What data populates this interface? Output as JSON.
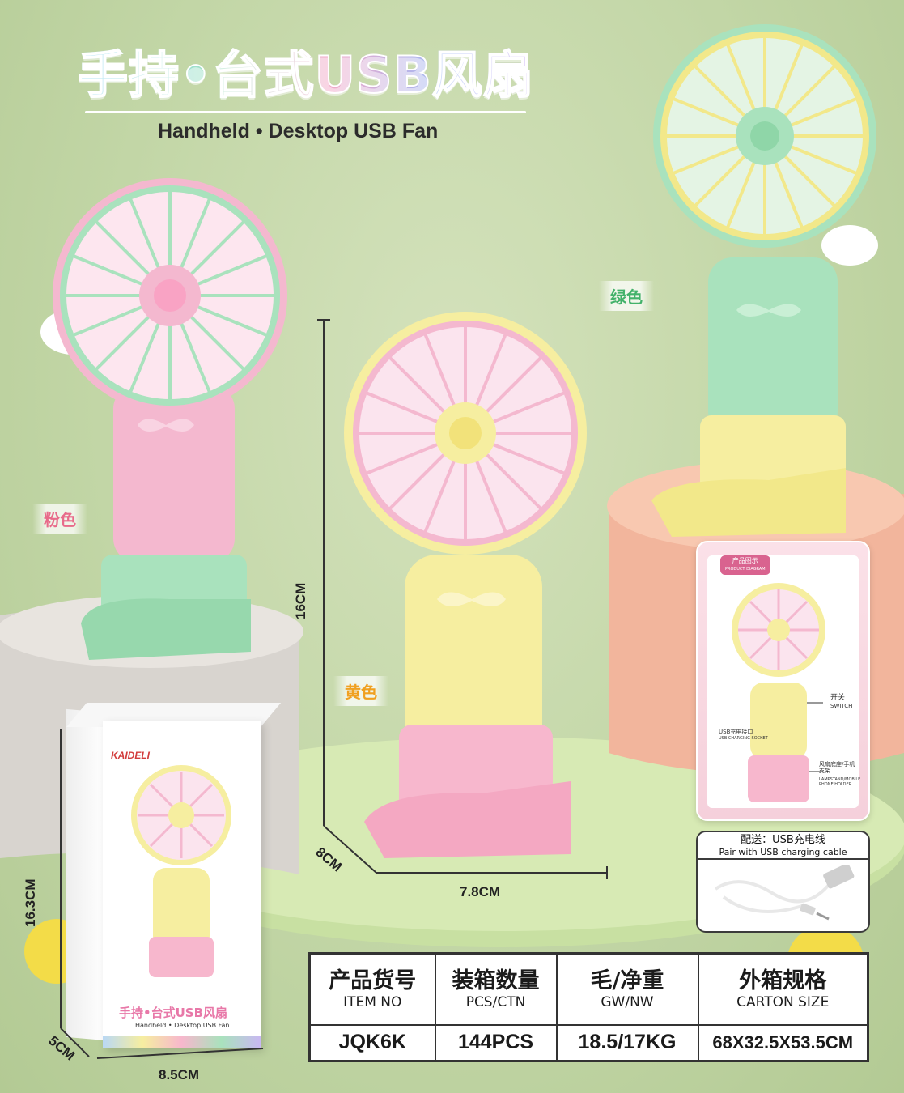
{
  "header": {
    "title_cn": "手持•台式USB风扇",
    "title_en": "Handheld • Desktop USB Fan"
  },
  "colors": {
    "pink": {
      "label": "粉色",
      "hex": "#f4b8cf"
    },
    "yellow": {
      "label": "黄色",
      "hex": "#f6eea0"
    },
    "green": {
      "label": "绿色",
      "hex": "#a9e2bd"
    }
  },
  "dimensions": {
    "height": "16CM",
    "depth": "8CM",
    "width": "7.8CM"
  },
  "package": {
    "brand": "KAIDELI",
    "title_cn": "手持•台式USB风扇",
    "title_en": "Handheld • Desktop USB Fan",
    "height": "16.3CM",
    "depth": "5CM",
    "width": "8.5CM"
  },
  "diagram": {
    "badge": "产品图示",
    "badge_en": "PRODUCT DIAGRAM",
    "switch_cn": "开关",
    "switch_en": "SWITCH",
    "usb_cn": "USB充电接口",
    "usb_en": "USB CHARGING SOCKET",
    "stand_cn": "风扇底座/手机支架",
    "stand_en": "LAMPSTAND/MOBILE PHONE HOLDER"
  },
  "accessory": {
    "title_cn": "配送：USB充电线",
    "title_en": "Pair with USB charging cable"
  },
  "spec_table": {
    "headers": [
      {
        "cn": "产品货号",
        "en": "ITEM NO"
      },
      {
        "cn": "装箱数量",
        "en": "PCS/CTN"
      },
      {
        "cn": "毛/净重",
        "en": "GW/NW"
      },
      {
        "cn": "外箱规格",
        "en": "CARTON SIZE"
      }
    ],
    "values": [
      "JQK6K",
      "144PCS",
      "18.5/17KG",
      "68X32.5X53.5CM"
    ]
  }
}
